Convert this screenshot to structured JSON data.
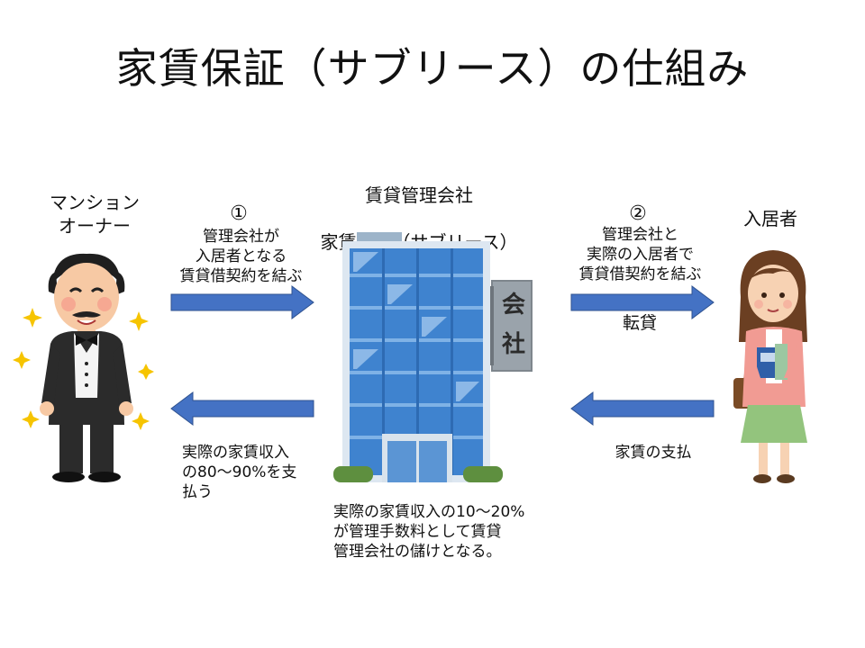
{
  "title": "家賃保証（サブリース）の仕組み",
  "owner": {
    "label": "マンション\nオーナー"
  },
  "company": {
    "label_line1": "賃貸管理会社",
    "label_line2": "家賃保証（サブリース）",
    "sign_top": "会",
    "sign_bottom": "社"
  },
  "tenant": {
    "label": "入居者"
  },
  "step1": {
    "number": "①",
    "text": "管理会社が\n入居者となる\n賃貸借契約を結ぶ"
  },
  "step2": {
    "number": "②",
    "text": "管理会社と\n実際の入居者で\n賃貸借契約を結ぶ",
    "sub": "転貸"
  },
  "payment_owner": {
    "text": "実際の家賃収入\nの80～90%を支\n払う"
  },
  "payment_tenant": {
    "text": "家賃の支払"
  },
  "fee_note": {
    "text": "実際の家賃収入の10～20%\nが管理手数料として賃貸\n管理会社の儲けとなる。"
  },
  "colors": {
    "arrow": "#4472c4",
    "arrow_border": "#2f528f",
    "building_glass": "#3f83cf",
    "building_frame": "#c7d6e6",
    "sign_bg": "#9aa3ab",
    "star": "#f6c400"
  }
}
